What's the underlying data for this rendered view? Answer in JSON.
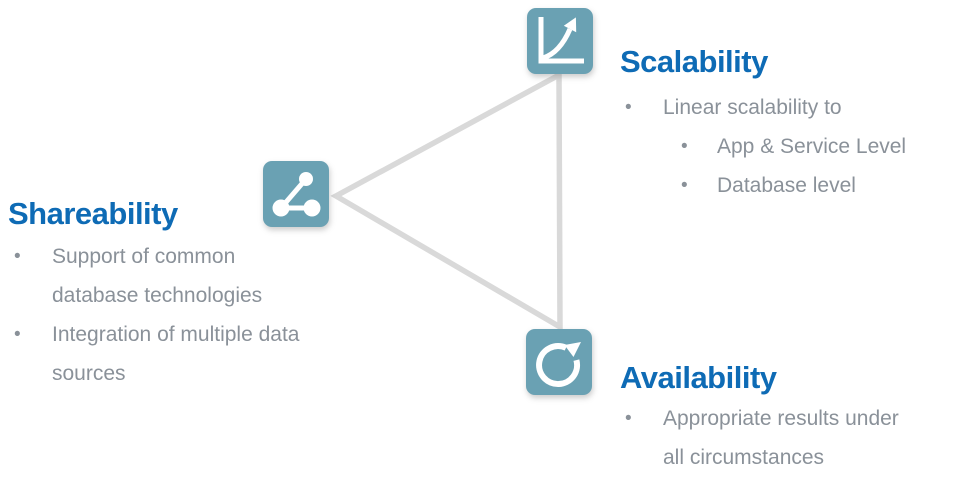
{
  "bullet_char": "•",
  "colors": {
    "accent_blue": "#0E6BB5",
    "icon_teal": "#6AA1B3",
    "connector_gray": "#D9D9D9",
    "body_text_gray": "#8A9199"
  },
  "sections": {
    "scalability": {
      "title": "Scalability",
      "icon": "growth-chart-icon",
      "bullets": [
        {
          "level": 1,
          "text": "Linear scalability to"
        },
        {
          "level": 2,
          "text": "App & Service Level"
        },
        {
          "level": 2,
          "text": "Database level"
        }
      ]
    },
    "shareability": {
      "title": "Shareability",
      "icon": "shared-nodes-icon",
      "bullets": [
        {
          "level": 1,
          "text": "Support of common database technologies"
        },
        {
          "level": 1,
          "text": "Integration of multiple data sources"
        }
      ]
    },
    "availability": {
      "title": "Availability",
      "icon": "circular-refresh-arrow-icon",
      "bullets": [
        {
          "level": 1,
          "text": "Appropriate results under all circumstances"
        }
      ]
    }
  }
}
